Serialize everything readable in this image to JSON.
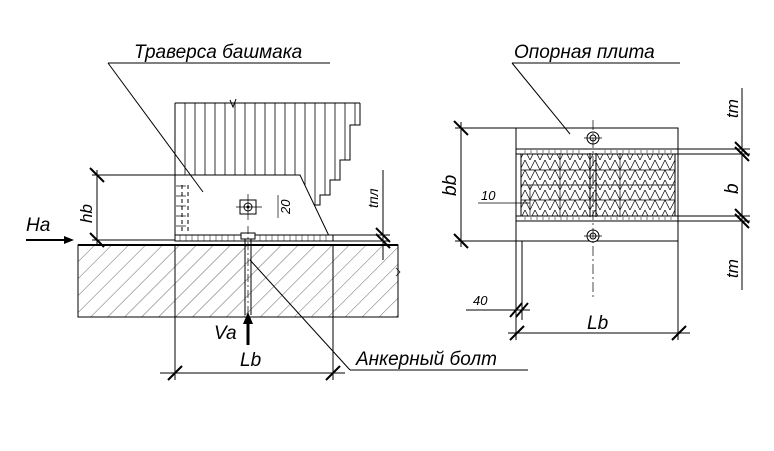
{
  "labels": {
    "traverse": "Траверса башмака",
    "base_plate": "Опорная плита",
    "anchor_bolt": "Анкерный болт",
    "ha": "Ha",
    "va": "Va",
    "hb": "hb",
    "lb_left": "Lb",
    "tpl": "tпл",
    "dim_20": "20",
    "bb": "bb",
    "dim_10": "10",
    "b": "b",
    "tm_top": "tm",
    "tm_bottom": "tm",
    "dim_40": "40",
    "lb_right": "Lb"
  }
}
